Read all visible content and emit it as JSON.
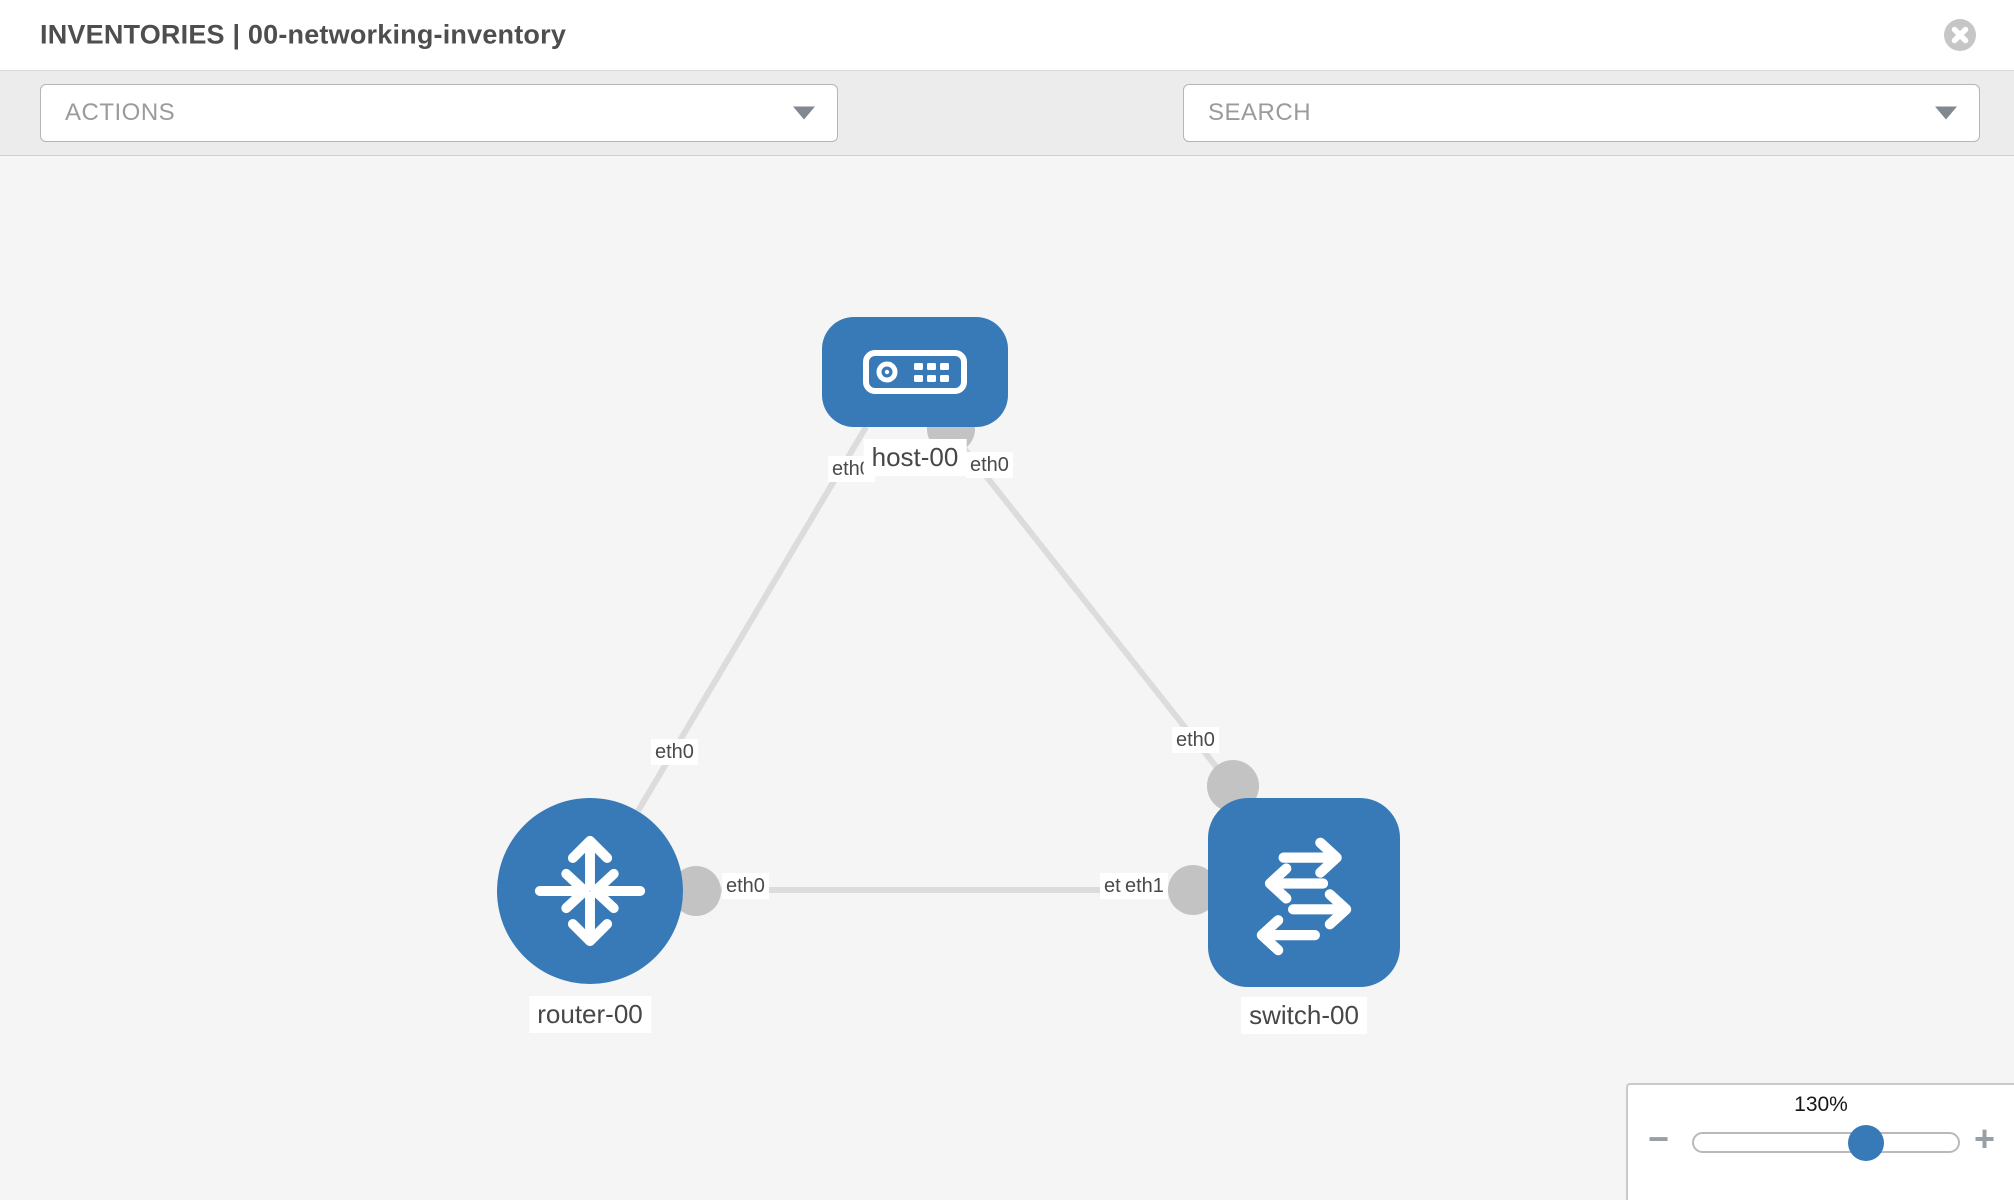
{
  "header": {
    "title": "INVENTORIES | 00-networking-inventory"
  },
  "toolbar": {
    "actions_label": "ACTIONS",
    "search_placeholder": "SEARCH",
    "icons": [
      "wrench-icon",
      "key-icon"
    ]
  },
  "colors": {
    "node_blue": "#377ab7",
    "link_gray": "#dcdcdc",
    "connector_gray": "#c3c3c3",
    "canvas_bg": "#f5f5f5",
    "toolbar_bg": "#ececec"
  },
  "topology": {
    "nodes": [
      {
        "id": "host-00",
        "type": "host",
        "label": "host-00"
      },
      {
        "id": "router-00",
        "type": "router",
        "label": "router-00"
      },
      {
        "id": "switch-00",
        "type": "switch",
        "label": "switch-00"
      }
    ],
    "links": [
      {
        "from": "host-00",
        "to": "router-00",
        "from_if": "eth0",
        "to_if": "eth0"
      },
      {
        "from": "host-00",
        "to": "switch-00",
        "from_if": "eth0",
        "to_if": "eth0"
      },
      {
        "from": "router-00",
        "to": "switch-00",
        "from_if": "eth0",
        "to_if": "eth1"
      }
    ],
    "if_labels": [
      {
        "text": "eth0"
      },
      {
        "text": "eth0"
      },
      {
        "text": "eth0"
      },
      {
        "text": "eth0"
      },
      {
        "text": "eth0"
      },
      {
        "text": "eth0"
      },
      {
        "text": "eth1"
      }
    ]
  },
  "zoom": {
    "level": "130%",
    "minus_label": "−",
    "plus_label": "+"
  }
}
